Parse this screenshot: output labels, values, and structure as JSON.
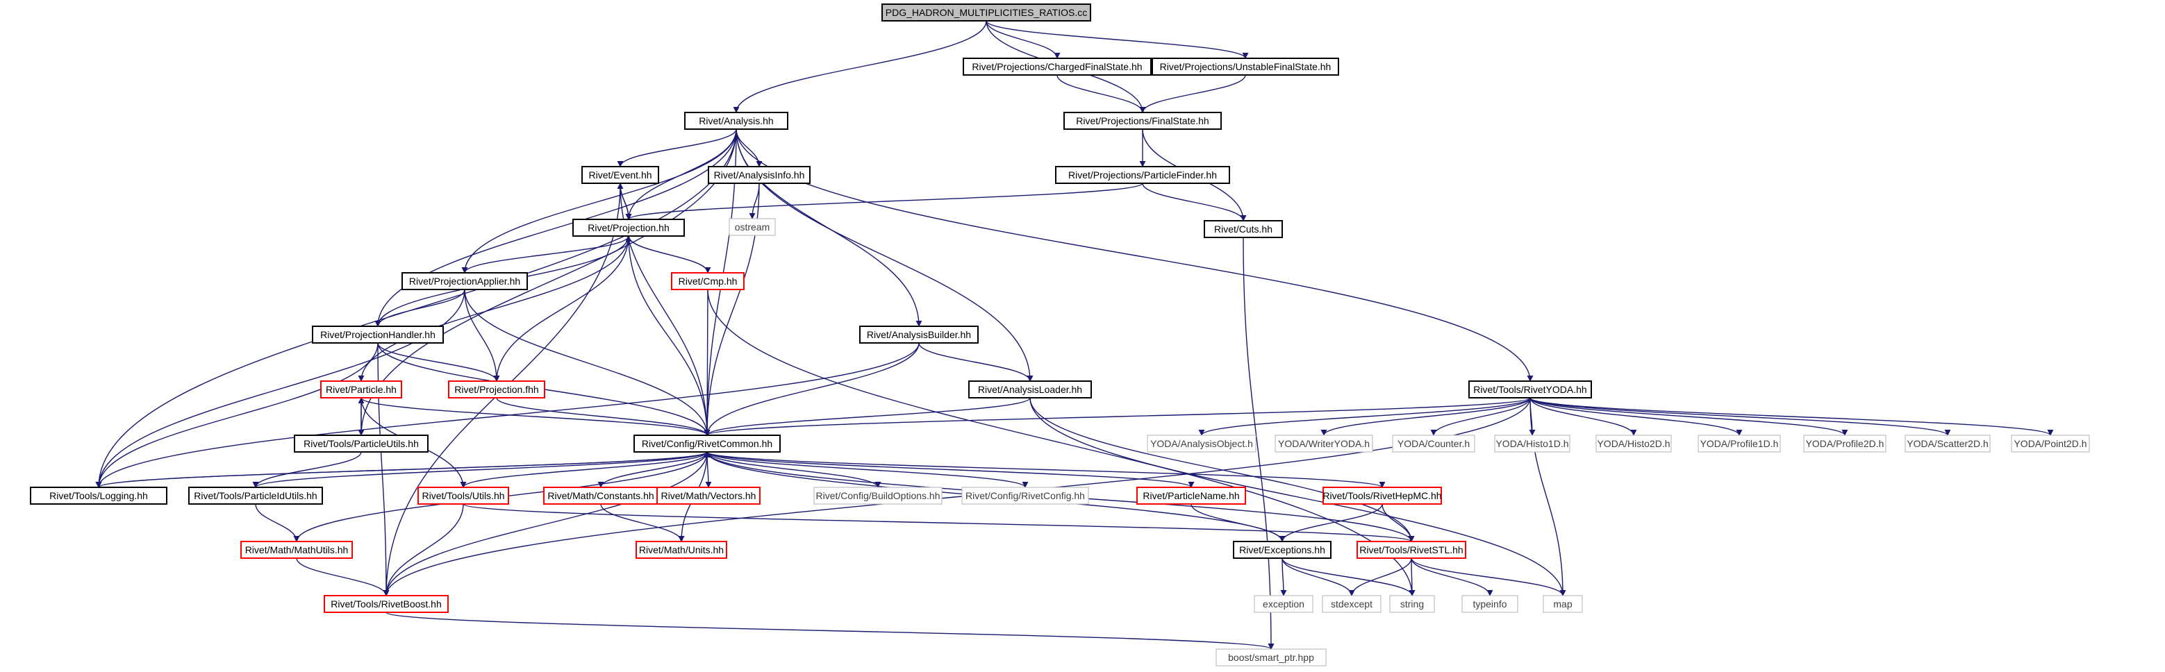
{
  "colors": {
    "edge": "#191970",
    "root_fill": "#bfbfbf",
    "documented_border": "#000000",
    "undocumented_border": "#ff0000",
    "external_border": "#bfbfbf",
    "external_text": "#404040"
  },
  "nodes": {
    "root": {
      "label": "PDG_HADRON_MULTIPLICITIES_RATIOS.cc",
      "kind": "root"
    },
    "analysis": {
      "label": "Rivet/Analysis.hh",
      "kind": "doc"
    },
    "charged": {
      "label": "Rivet/Projections/ChargedFinalState.hh",
      "kind": "doc"
    },
    "unstable": {
      "label": "Rivet/Projections/UnstableFinalState.hh",
      "kind": "doc"
    },
    "finalstate": {
      "label": "Rivet/Projections/FinalState.hh",
      "kind": "doc"
    },
    "particlefinder": {
      "label": "Rivet/Projections/ParticleFinder.hh",
      "kind": "doc"
    },
    "cuts": {
      "label": "Rivet/Cuts.hh",
      "kind": "doc"
    },
    "event": {
      "label": "Rivet/Event.hh",
      "kind": "doc"
    },
    "analysisinfo": {
      "label": "Rivet/AnalysisInfo.hh",
      "kind": "doc"
    },
    "ostream": {
      "label": "ostream",
      "kind": "ext"
    },
    "projection": {
      "label": "Rivet/Projection.hh",
      "kind": "doc"
    },
    "cmp": {
      "label": "Rivet/Cmp.hh",
      "kind": "red"
    },
    "projapplier": {
      "label": "Rivet/ProjectionApplier.hh",
      "kind": "doc"
    },
    "projhandler": {
      "label": "Rivet/ProjectionHandler.hh",
      "kind": "doc"
    },
    "analysisbuilder": {
      "label": "Rivet/AnalysisBuilder.hh",
      "kind": "doc"
    },
    "analysisloader": {
      "label": "Rivet/AnalysisLoader.hh",
      "kind": "doc"
    },
    "rivetyoda": {
      "label": "Rivet/Tools/RivetYODA.hh",
      "kind": "doc"
    },
    "particle": {
      "label": "Rivet/Particle.hh",
      "kind": "red"
    },
    "projfhh": {
      "label": "Rivet/Projection.fhh",
      "kind": "red"
    },
    "particleutils": {
      "label": "Rivet/Tools/ParticleUtils.hh",
      "kind": "doc"
    },
    "rivetcommon": {
      "label": "Rivet/Config/RivetCommon.hh",
      "kind": "doc"
    },
    "yao": {
      "label": "YODA/AnalysisObject.h",
      "kind": "ext"
    },
    "ywy": {
      "label": "YODA/WriterYODA.h",
      "kind": "ext"
    },
    "ycounter": {
      "label": "YODA/Counter.h",
      "kind": "ext"
    },
    "yh1": {
      "label": "YODA/Histo1D.h",
      "kind": "ext"
    },
    "yh2": {
      "label": "YODA/Histo2D.h",
      "kind": "ext"
    },
    "yp1": {
      "label": "YODA/Profile1D.h",
      "kind": "ext"
    },
    "yp2": {
      "label": "YODA/Profile2D.h",
      "kind": "ext"
    },
    "ys2": {
      "label": "YODA/Scatter2D.h",
      "kind": "ext"
    },
    "ypt": {
      "label": "YODA/Point2D.h",
      "kind": "ext"
    },
    "logging": {
      "label": "Rivet/Tools/Logging.hh",
      "kind": "doc"
    },
    "pidutils": {
      "label": "Rivet/Tools/ParticleIdUtils.hh",
      "kind": "doc"
    },
    "toolsutils": {
      "label": "Rivet/Tools/Utils.hh",
      "kind": "red"
    },
    "constants": {
      "label": "Rivet/Math/Constants.hh",
      "kind": "red"
    },
    "vectors": {
      "label": "Rivet/Math/Vectors.hh",
      "kind": "red"
    },
    "buildopts": {
      "label": "Rivet/Config/BuildOptions.hh",
      "kind": "ext"
    },
    "rivetconfig": {
      "label": "Rivet/Config/RivetConfig.hh",
      "kind": "ext"
    },
    "particlename": {
      "label": "Rivet/ParticleName.hh",
      "kind": "red"
    },
    "hepmc": {
      "label": "Rivet/Tools/RivetHepMC.hh",
      "kind": "red"
    },
    "mathutils": {
      "label": "Rivet/Math/MathUtils.hh",
      "kind": "red"
    },
    "units": {
      "label": "Rivet/Math/Units.hh",
      "kind": "red"
    },
    "exceptions": {
      "label": "Rivet/Exceptions.hh",
      "kind": "doc"
    },
    "rivetstl": {
      "label": "Rivet/Tools/RivetSTL.hh",
      "kind": "red"
    },
    "rivetboost": {
      "label": "Rivet/Tools/RivetBoost.hh",
      "kind": "red"
    },
    "exception": {
      "label": "exception",
      "kind": "ext"
    },
    "stdexcept": {
      "label": "stdexcept",
      "kind": "ext"
    },
    "string": {
      "label": "string",
      "kind": "ext"
    },
    "typeinfo": {
      "label": "typeinfo",
      "kind": "ext"
    },
    "map": {
      "label": "map",
      "kind": "ext"
    },
    "smartptr": {
      "label": "boost/smart_ptr.hpp",
      "kind": "ext"
    }
  },
  "edges": [
    [
      "root",
      "analysis"
    ],
    [
      "root",
      "charged"
    ],
    [
      "root",
      "unstable"
    ],
    [
      "root",
      "finalstate"
    ],
    [
      "charged",
      "finalstate"
    ],
    [
      "unstable",
      "finalstate"
    ],
    [
      "finalstate",
      "particlefinder"
    ],
    [
      "finalstate",
      "cuts"
    ],
    [
      "particlefinder",
      "cuts"
    ],
    [
      "particlefinder",
      "projection"
    ],
    [
      "cuts",
      "smartptr"
    ],
    [
      "analysis",
      "event"
    ],
    [
      "analysis",
      "analysisinfo"
    ],
    [
      "analysis",
      "projection"
    ],
    [
      "analysis",
      "projapplier"
    ],
    [
      "analysis",
      "projhandler"
    ],
    [
      "analysis",
      "analysisbuilder"
    ],
    [
      "analysis",
      "analysisloader"
    ],
    [
      "analysis",
      "rivetyoda"
    ],
    [
      "analysis",
      "rivetcommon"
    ],
    [
      "analysis",
      "logging"
    ],
    [
      "analysis",
      "particleutils"
    ],
    [
      "analysisinfo",
      "ostream"
    ],
    [
      "analysisinfo",
      "rivetcommon"
    ],
    [
      "event",
      "projection"
    ],
    [
      "event",
      "rivetcommon"
    ],
    [
      "event",
      "rivetboost"
    ],
    [
      "projection",
      "event"
    ],
    [
      "projection",
      "cmp"
    ],
    [
      "projection",
      "projapplier"
    ],
    [
      "projection",
      "projhandler"
    ],
    [
      "projection",
      "particle"
    ],
    [
      "projection",
      "projfhh"
    ],
    [
      "projection",
      "rivetcommon"
    ],
    [
      "cmp",
      "projection"
    ],
    [
      "cmp",
      "rivetcommon"
    ],
    [
      "cmp",
      "string"
    ],
    [
      "projapplier",
      "projhandler"
    ],
    [
      "projapplier",
      "projfhh"
    ],
    [
      "projapplier",
      "rivetcommon"
    ],
    [
      "projapplier",
      "logging"
    ],
    [
      "projhandler",
      "projfhh"
    ],
    [
      "projhandler",
      "rivetcommon"
    ],
    [
      "projhandler",
      "logging"
    ],
    [
      "projhandler",
      "rivetboost"
    ],
    [
      "analysisbuilder",
      "analysisloader"
    ],
    [
      "analysisbuilder",
      "rivetcommon"
    ],
    [
      "analysisbuilder",
      "logging"
    ],
    [
      "analysisloader",
      "rivetcommon"
    ],
    [
      "analysisloader",
      "map"
    ],
    [
      "analysisloader",
      "rivetstl"
    ],
    [
      "rivetyoda",
      "rivetcommon"
    ],
    [
      "rivetyoda",
      "yao"
    ],
    [
      "rivetyoda",
      "ywy"
    ],
    [
      "rivetyoda",
      "ycounter"
    ],
    [
      "rivetyoda",
      "yh1"
    ],
    [
      "rivetyoda",
      "yh2"
    ],
    [
      "rivetyoda",
      "yp1"
    ],
    [
      "rivetyoda",
      "yp2"
    ],
    [
      "rivetyoda",
      "ys2"
    ],
    [
      "rivetyoda",
      "ypt"
    ],
    [
      "rivetyoda",
      "rivetboost"
    ],
    [
      "rivetyoda",
      "map"
    ],
    [
      "particle",
      "particleutils"
    ],
    [
      "particle",
      "toolsutils"
    ],
    [
      "particle",
      "rivetcommon"
    ],
    [
      "particleutils",
      "particle"
    ],
    [
      "particleutils",
      "pidutils"
    ],
    [
      "projfhh",
      "rivetcommon"
    ],
    [
      "rivetcommon",
      "logging"
    ],
    [
      "rivetcommon",
      "pidutils"
    ],
    [
      "rivetcommon",
      "mathutils"
    ],
    [
      "rivetcommon",
      "toolsutils"
    ],
    [
      "rivetcommon",
      "constants"
    ],
    [
      "rivetcommon",
      "vectors"
    ],
    [
      "rivetcommon",
      "units"
    ],
    [
      "rivetcommon",
      "buildopts"
    ],
    [
      "rivetcommon",
      "rivetconfig"
    ],
    [
      "rivetcommon",
      "particlename"
    ],
    [
      "rivetcommon",
      "hepmc"
    ],
    [
      "rivetcommon",
      "exceptions"
    ],
    [
      "rivetcommon",
      "rivetboost"
    ],
    [
      "rivetcommon",
      "rivetstl"
    ],
    [
      "logging",
      "rivetcommon"
    ],
    [
      "pidutils",
      "mathutils"
    ],
    [
      "mathutils",
      "rivetboost"
    ],
    [
      "toolsutils",
      "rivetboost"
    ],
    [
      "toolsutils",
      "rivetstl"
    ],
    [
      "constants",
      "units"
    ],
    [
      "particlename",
      "exceptions"
    ],
    [
      "hepmc",
      "exceptions"
    ],
    [
      "hepmc",
      "rivetstl"
    ],
    [
      "exceptions",
      "exception"
    ],
    [
      "exceptions",
      "stdexcept"
    ],
    [
      "exceptions",
      "string"
    ],
    [
      "rivetstl",
      "stdexcept"
    ],
    [
      "rivetstl",
      "string"
    ],
    [
      "rivetstl",
      "typeinfo"
    ],
    [
      "rivetstl",
      "map"
    ],
    [
      "rivetboost",
      "smartptr"
    ]
  ]
}
